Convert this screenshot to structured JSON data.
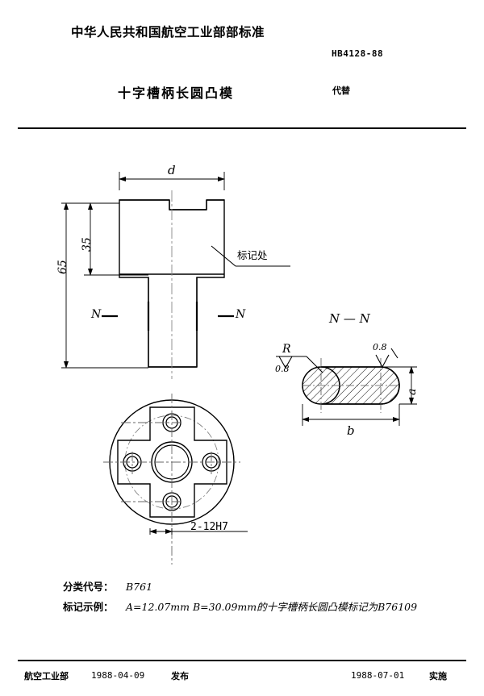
{
  "header": {
    "organization": "中华人民共和国航空工业部部标准",
    "standard_code": "HB4128-88",
    "title": "十字槽柄长圆凸模",
    "replaces_label": "代替"
  },
  "drawing": {
    "front_view": {
      "dim_width": "d",
      "dim_shank_height": "35",
      "dim_total_height": "65",
      "marking_note": "标记处",
      "section_left": "N",
      "section_right": "N"
    },
    "section_view": {
      "caption": "N — N",
      "radius_label": "R",
      "radius_roughness": "0.8",
      "surface_roughness": "0.8",
      "dim_height": "a",
      "dim_width": "b"
    },
    "bottom_view": {
      "hole_callout": "2-12H7"
    }
  },
  "notes": {
    "class_code_label": "分类代号：",
    "class_code_value": "B761",
    "example_label": "标记示例：",
    "example_value": "A=12.07mm  B=30.09mm的十字槽柄长圆凸模标记为B76109"
  },
  "footer": {
    "issuer": "航空工业部",
    "issue_date": "1988-04-09",
    "publish_label": "发布",
    "effective_date": "1988-07-01",
    "effective_label": "实施"
  },
  "colors": {
    "ink": "#000000",
    "paper": "#ffffff"
  }
}
